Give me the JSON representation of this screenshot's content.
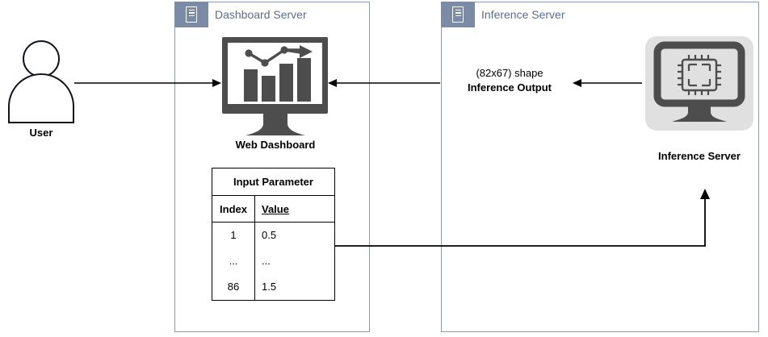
{
  "diagram": {
    "containers": [
      {
        "id": "dashboard-server",
        "title": "Dashboard Server",
        "icon": "server-rack-icon"
      },
      {
        "id": "inference-server",
        "title": "Inference Server",
        "icon": "server-rack-icon"
      }
    ],
    "nodes": [
      {
        "id": "user",
        "label": "User",
        "icon": "user-actor-icon"
      },
      {
        "id": "web-dashboard",
        "label": "Web Dashboard",
        "icon": "monitor-bar-chart-icon"
      },
      {
        "id": "inference-server-node",
        "label": "Inference Server",
        "icon": "monitor-cpu-chip-icon"
      }
    ],
    "edges": [
      {
        "id": "user-to-dashboard",
        "label": "",
        "direction": "right"
      },
      {
        "id": "inference-to-dashboard",
        "label_line1": "(82x67) shape",
        "label_line2": "Inference Output",
        "direction": "left"
      },
      {
        "id": "parameters-to-inference",
        "label": "",
        "direction": "up"
      }
    ],
    "table": {
      "title": "Input Parameter",
      "columns": [
        "Index",
        "Value"
      ],
      "rows": [
        {
          "index": "1",
          "value": "0.5"
        },
        {
          "index": "...",
          "value": "..."
        },
        {
          "index": "86",
          "value": "1.5"
        }
      ]
    },
    "colors": {
      "container_border": "#8C9BB5",
      "container_tab": "#7C8BA5",
      "container_title_text": "#5E6D8C",
      "icon_dark": "#4D4D4D",
      "icon_backdrop": "#E0E0E0",
      "edge_stroke": "#000000",
      "text": "#000000"
    }
  }
}
